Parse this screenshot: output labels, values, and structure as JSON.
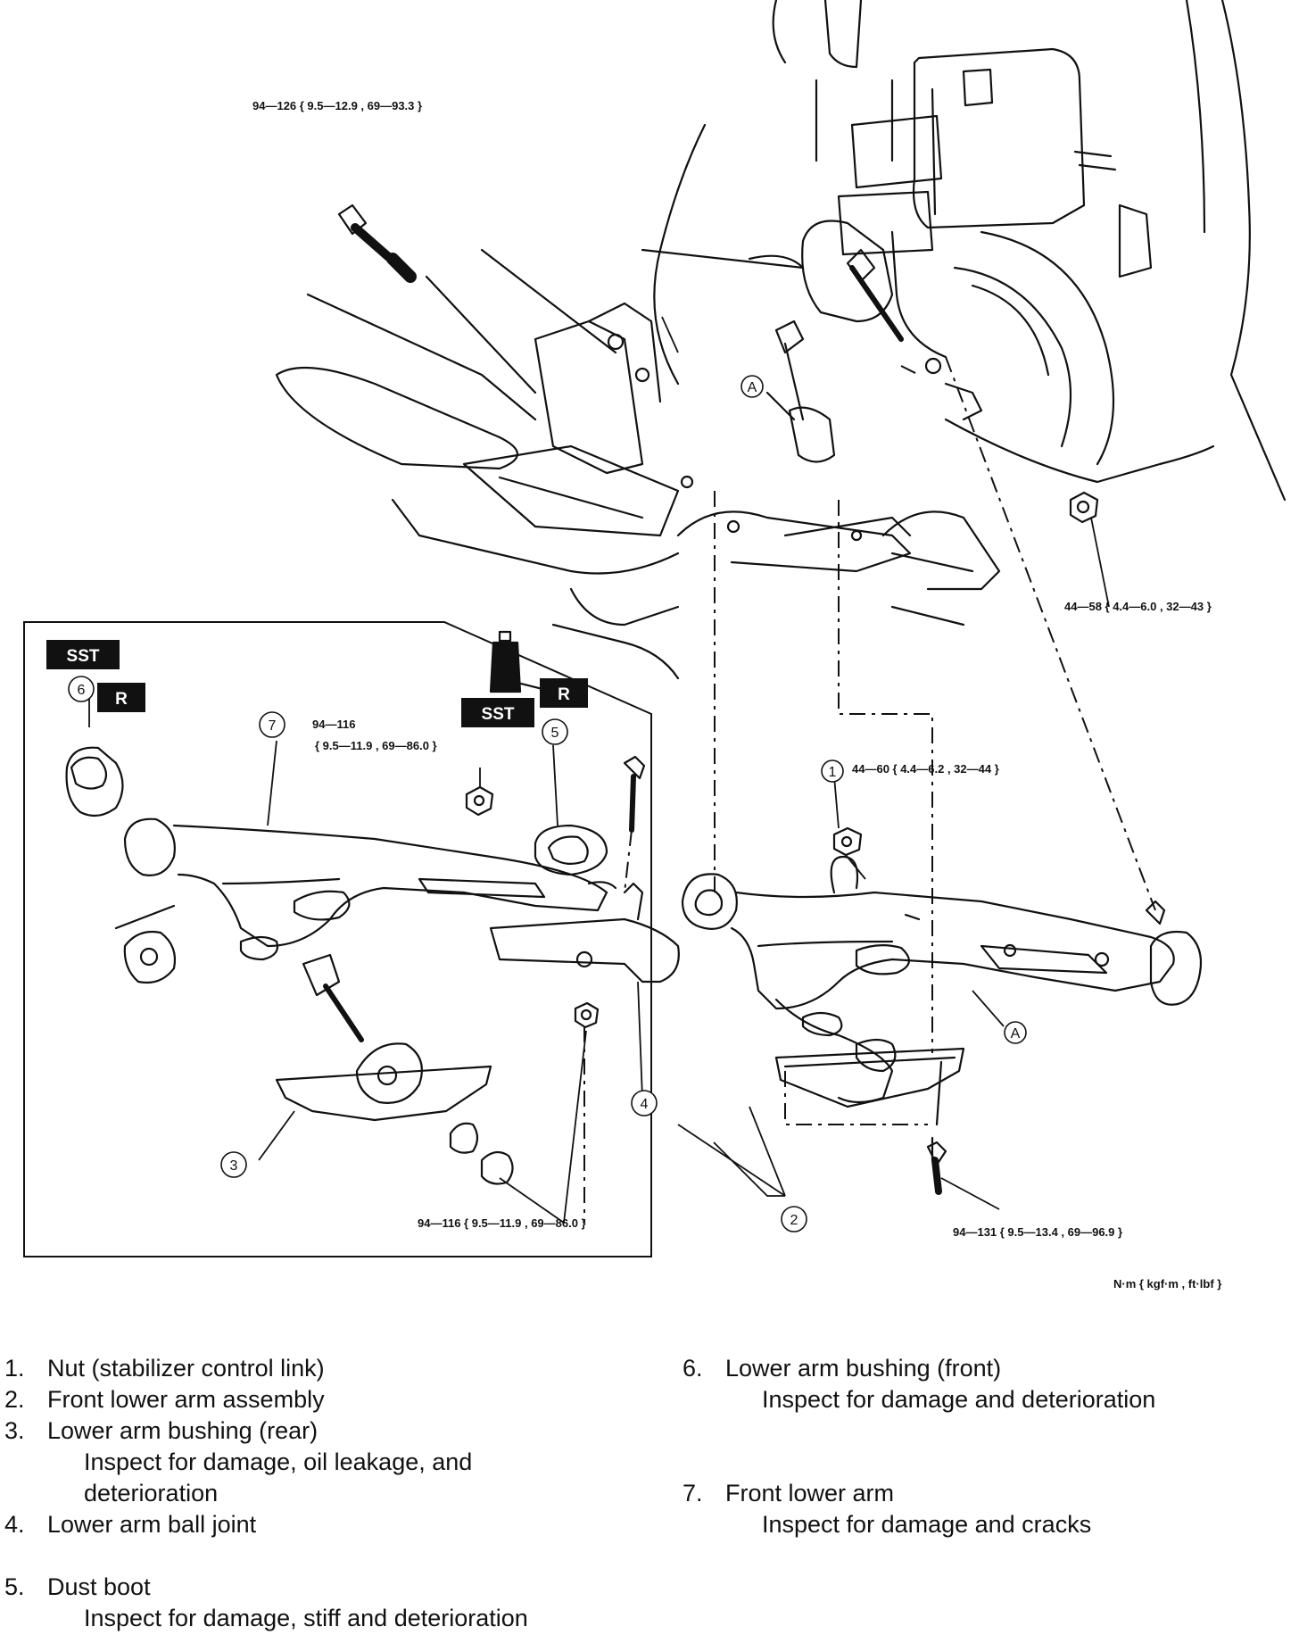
{
  "torque": {
    "top_bolt": "94—126 { 9.5—12.9 , 69—93.3 }",
    "right_nut": "44—58 { 4.4—6.0 , 32—43 }",
    "nut_1": "44—60 { 4.4—6.2 , 32—44 }",
    "inset_top_nut_line1": "94—116",
    "inset_top_nut_line2": "{ 9.5—11.9 , 69—86.0 }",
    "inset_bottom": "94—116 { 9.5—11.9 , 69—86.0 }",
    "bottom_bolt": "94—131 { 9.5—13.4 , 69—96.9 }",
    "units": "N·m { kgf·m , ft·lbf }"
  },
  "markers": {
    "sst": "SST",
    "r": "R",
    "a": "A",
    "callouts": [
      "1",
      "2",
      "3",
      "4",
      "5",
      "6",
      "7"
    ]
  },
  "legend_left": [
    {
      "num": "1.",
      "title": "Nut (stabilizer control link)"
    },
    {
      "num": "2.",
      "title": "Front lower arm assembly"
    },
    {
      "num": "3.",
      "title": "Lower arm bushing (rear)",
      "sub1": "Inspect for damage, oil leakage, and",
      "sub2": "deterioration"
    },
    {
      "num": "4.",
      "title": "Lower arm ball joint"
    },
    {
      "num": "5.",
      "title": "Dust boot",
      "sub1": "Inspect for damage, stiff and deterioration"
    }
  ],
  "legend_right": [
    {
      "num": "6.",
      "title": "Lower arm bushing (front)",
      "sub1": "Inspect for damage and deterioration"
    },
    {
      "num": "7.",
      "title": "Front lower arm",
      "sub1": "Inspect for damage and cracks"
    }
  ]
}
